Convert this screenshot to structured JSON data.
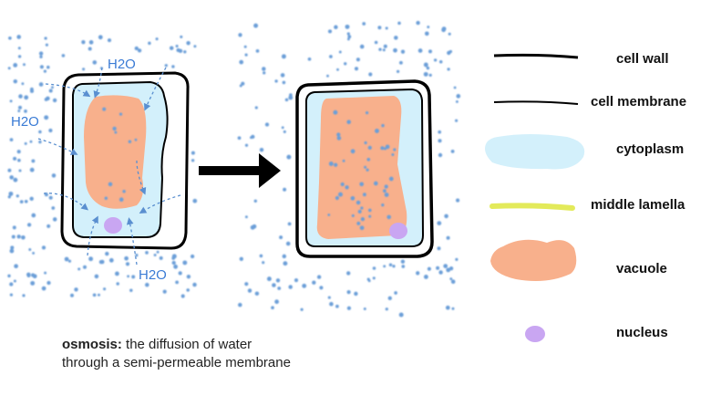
{
  "labels": {
    "water_left_top": "H2O",
    "water_left_side": "H2O",
    "water_left_bottom": "H2O"
  },
  "legend": [
    {
      "label": "cell wall"
    },
    {
      "label": "cell membrane"
    },
    {
      "label": "cytoplasm"
    },
    {
      "label": "middle lamella"
    },
    {
      "label": "vacuole"
    },
    {
      "label": "nucleus"
    }
  ],
  "caption": {
    "term": "osmosis:",
    "definition_line1": " the diffusion of water",
    "definition_line2": "through a semi-permeable membrane"
  },
  "colors": {
    "cell_wall": "#000000",
    "cytoplasm": "#d3f0fb",
    "middle_lamella": "#e3ea5a",
    "vacuole": "#f8b08c",
    "nucleus": "#c9a6f2",
    "water_molecule": "#6c9fd8",
    "h2o_label": "#3a7bd5"
  },
  "icons": {
    "process_arrow": "right-arrow-icon",
    "water_flow": "dashed-arrow-icon"
  }
}
